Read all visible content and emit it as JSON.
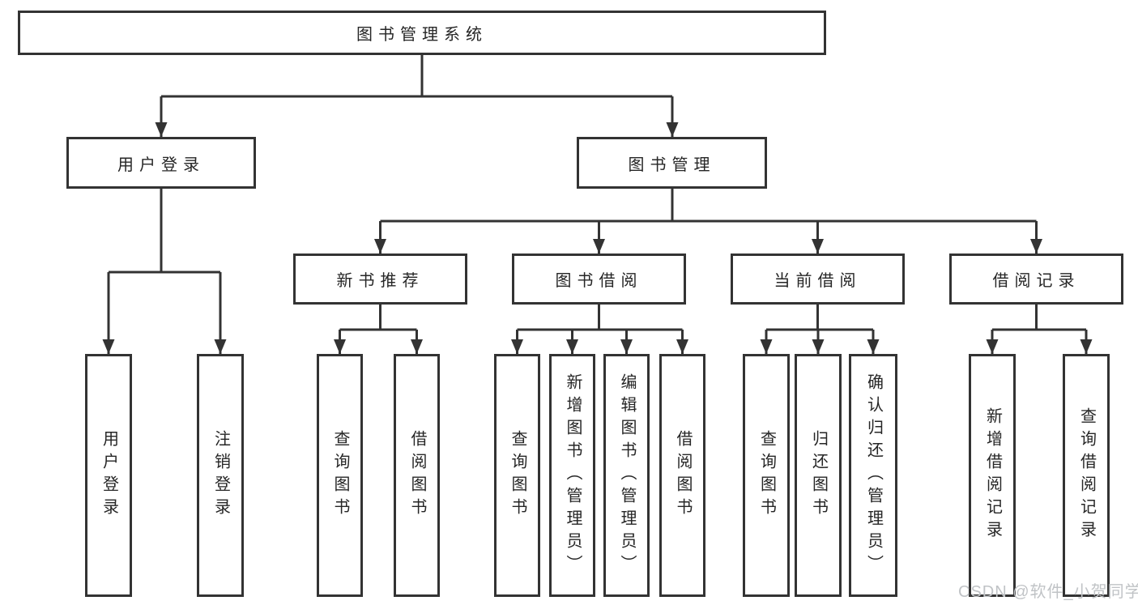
{
  "colors": {
    "line": "#333333",
    "text": "#262626",
    "background": "#ffffff",
    "watermark": "#c0c3c6"
  },
  "diagram": {
    "root": {
      "label": "图书管理系统"
    },
    "branches": [
      {
        "label": "用户登录",
        "leaves": [
          {
            "label": "用户登录"
          },
          {
            "label": "注销登录"
          }
        ]
      },
      {
        "label": "图书管理",
        "groups": [
          {
            "label": "新书推荐",
            "leaves": [
              {
                "label": "查询图书"
              },
              {
                "label": "借阅图书"
              }
            ]
          },
          {
            "label": "图书借阅",
            "leaves": [
              {
                "label": "查询图书"
              },
              {
                "label": "新增图书（管理员）"
              },
              {
                "label": "编辑图书（管理员）"
              },
              {
                "label": "借阅图书"
              }
            ]
          },
          {
            "label": "当前借阅",
            "leaves": [
              {
                "label": "查询图书"
              },
              {
                "label": "归还图书"
              },
              {
                "label": "确认归还（管理员）"
              }
            ]
          },
          {
            "label": "借阅记录",
            "leaves": [
              {
                "label": "新增借阅记录"
              },
              {
                "label": "查询借阅记录"
              }
            ]
          }
        ]
      }
    ]
  },
  "watermark": {
    "text": "CSDN @软件_小贺同学"
  }
}
